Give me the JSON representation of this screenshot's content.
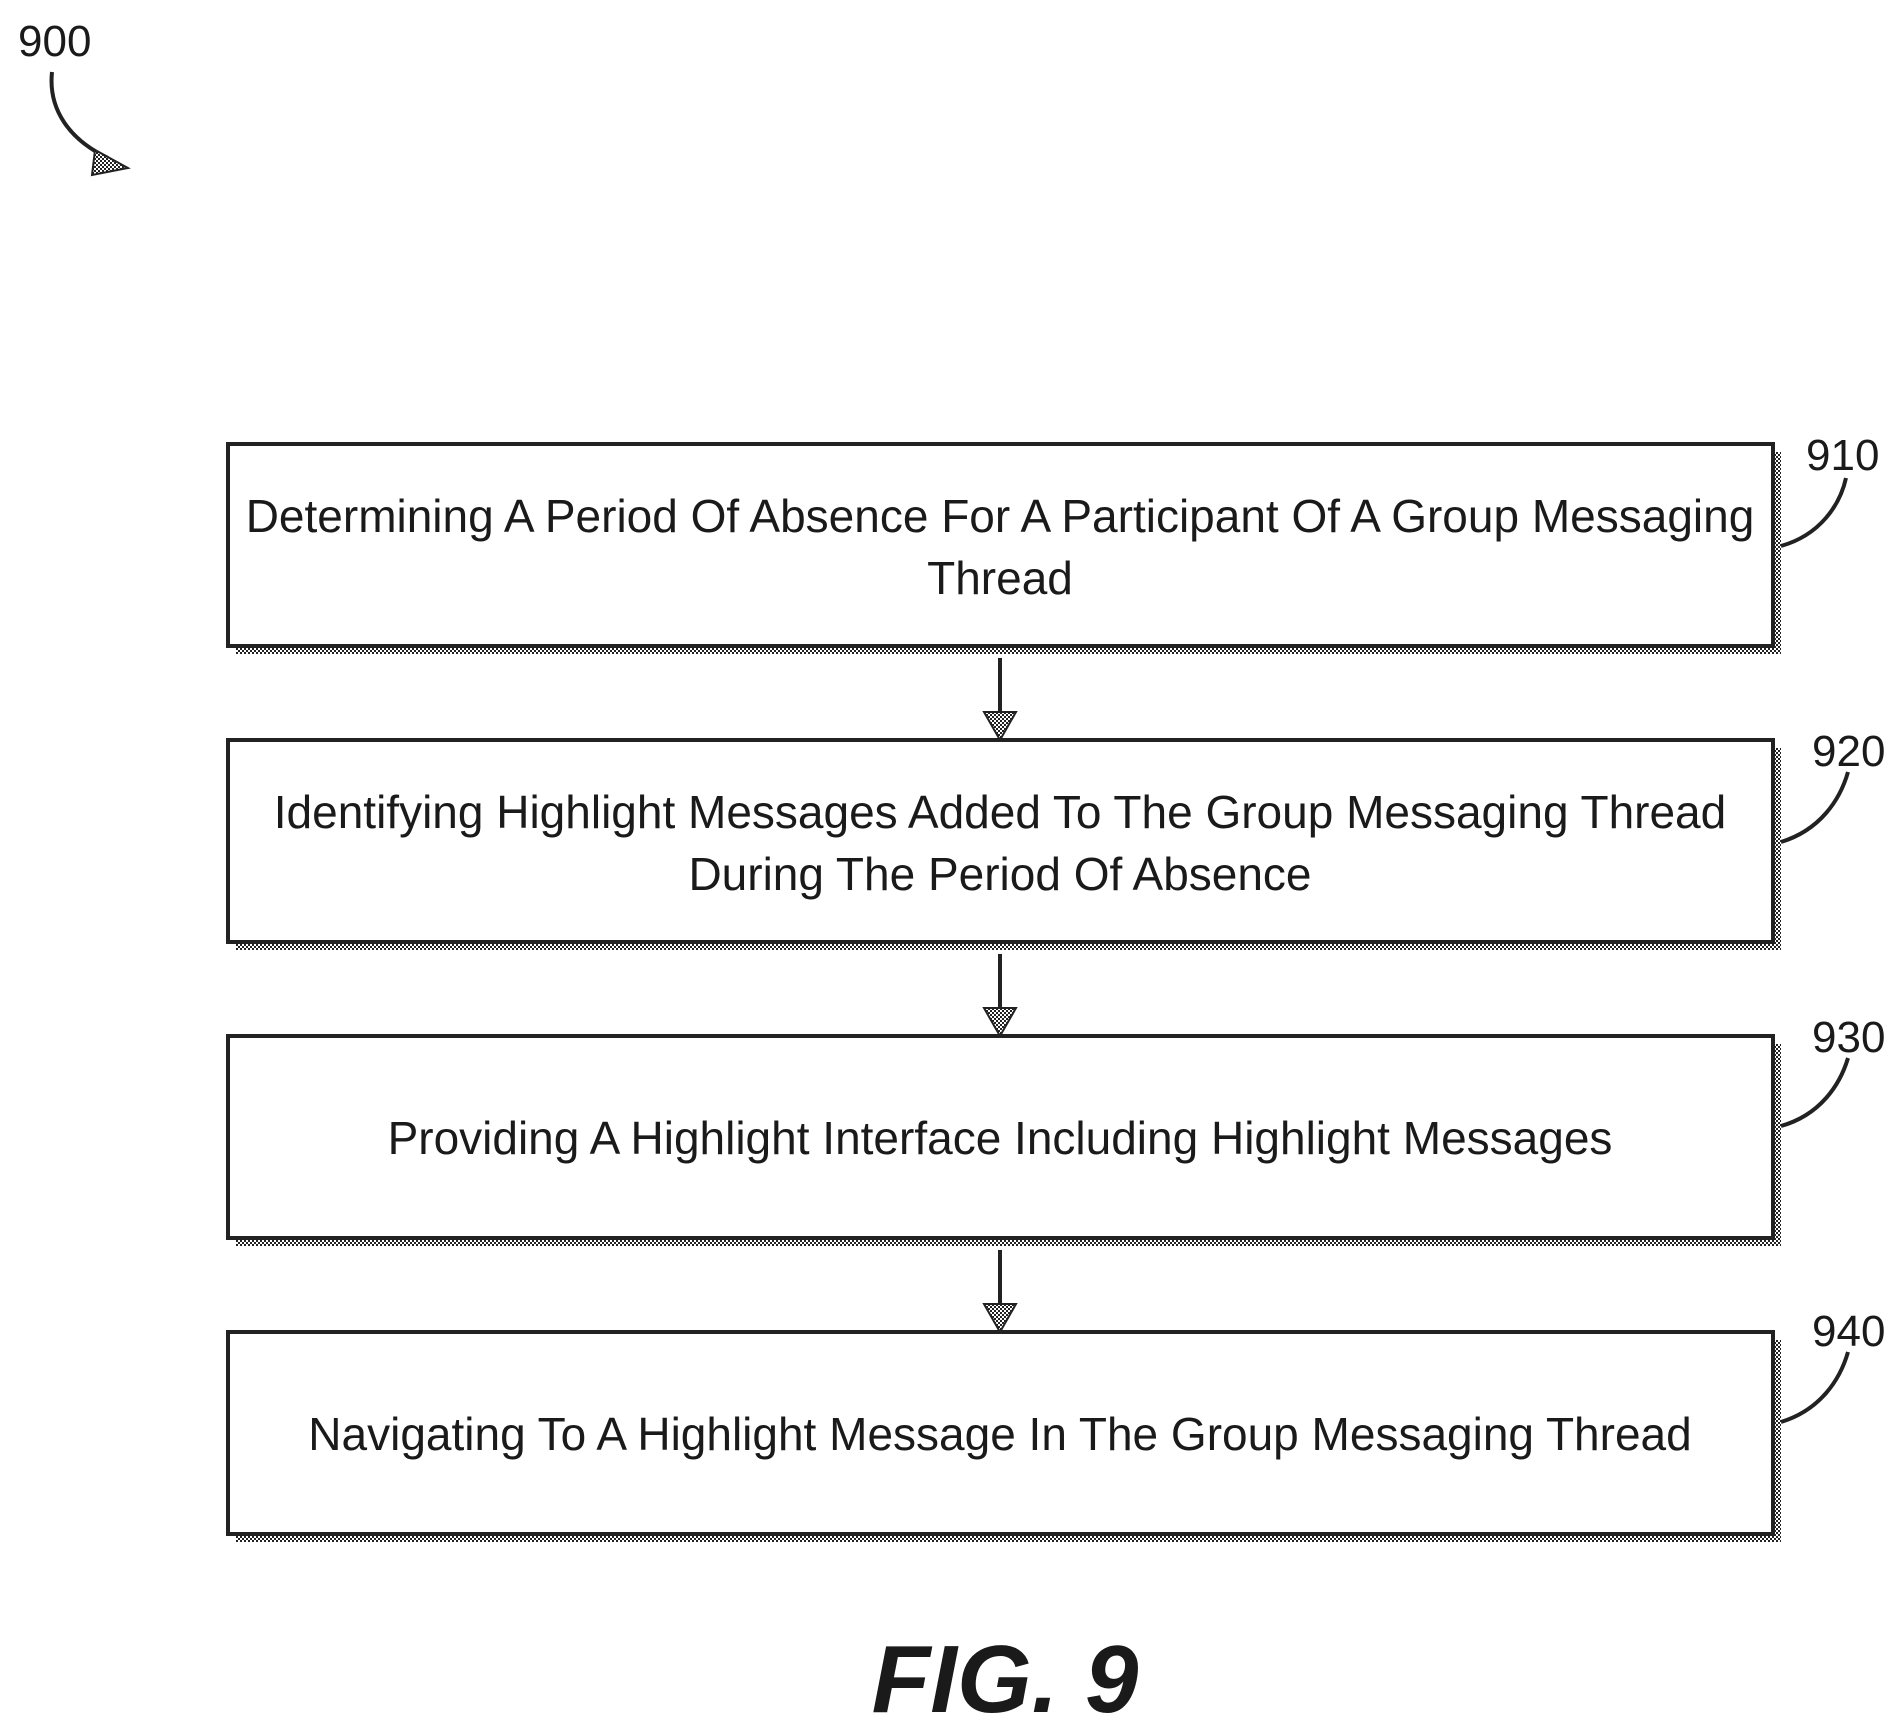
{
  "figure": {
    "ref": "900",
    "caption": "FIG. 9"
  },
  "steps": [
    {
      "ref": "910",
      "lines": [
        "Determining A Period Of Absence For A Participant Of A Group Messaging",
        "Thread"
      ]
    },
    {
      "ref": "920",
      "lines": [
        "Identifying Highlight Messages Added To The Group Messaging Thread",
        "During The Period Of Absence"
      ]
    },
    {
      "ref": "930",
      "lines": [
        "Providing A Highlight Interface Including Highlight Messages"
      ]
    },
    {
      "ref": "940",
      "lines": [
        "Navigating To A Highlight Message In The Group Messaging Thread"
      ]
    }
  ]
}
